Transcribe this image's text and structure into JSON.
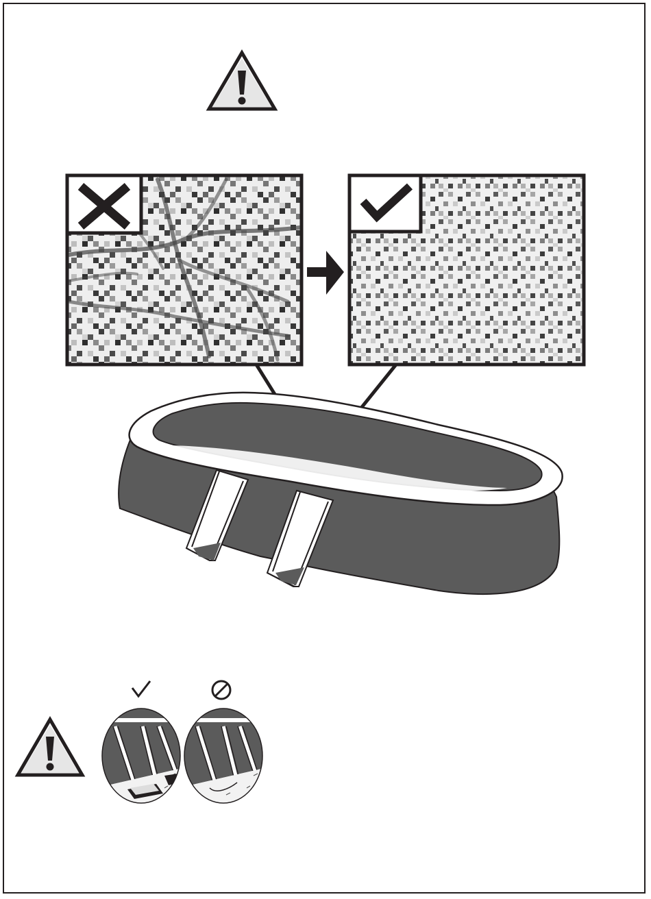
{
  "page": {
    "type": "instruction-manual-illustration",
    "text_content": []
  },
  "illustration": {
    "top_warning": {
      "icon": "warning-triangle-icon"
    },
    "comparison": {
      "wrong_panel": {
        "icon": "cross-mark-icon",
        "state": "wrinkled-liner"
      },
      "arrow": {
        "icon": "arrow-right-icon"
      },
      "right_panel": {
        "icon": "check-mark-icon",
        "state": "smooth-liner"
      }
    },
    "pool": {
      "icon": "oval-frame-pool",
      "leg_supports": 2
    },
    "bottom_warning": {
      "icon": "warning-triangle-icon"
    },
    "leg_detail": {
      "correct": {
        "icon": "check-mark-icon",
        "detail": "legs-on-pads"
      },
      "prohibited": {
        "icon": "prohibited-icon",
        "detail": "legs-without-pads"
      }
    }
  },
  "colors": {
    "ink": "#231f20",
    "pool_wall": "#5b5b5b",
    "tile_dark": "#3f3f3f",
    "tile_mid": "#8a8a8a",
    "tile_light": "#c9c9c9",
    "background": "#ffffff"
  }
}
